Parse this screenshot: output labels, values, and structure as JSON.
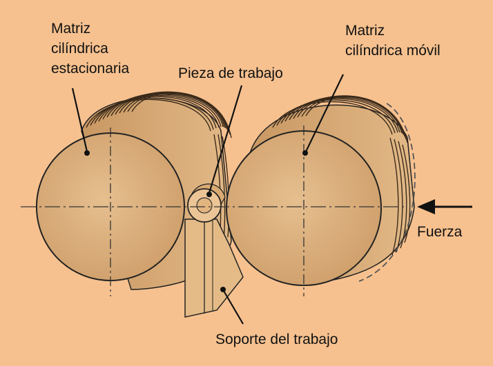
{
  "diagram": {
    "labels": {
      "stationary_die": [
        "Matriz",
        "cilíndrica",
        "estacionaria"
      ],
      "workpiece": "Pieza de trabajo",
      "moving_die": [
        "Matriz",
        "cilíndrica móvil"
      ],
      "force": "Fuerza",
      "work_support": "Soporte del trabajo"
    },
    "colors": {
      "background": "#f6c18f",
      "die_fill": "#ddb07c",
      "outline": "#222222"
    }
  }
}
